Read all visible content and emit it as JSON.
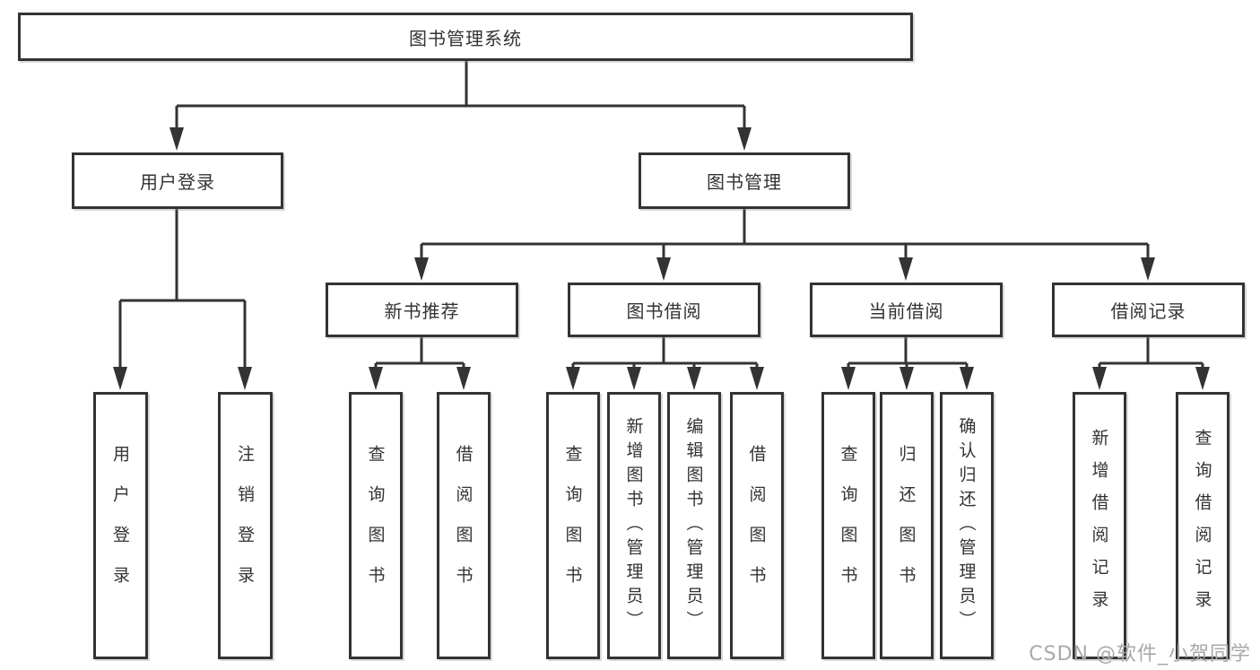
{
  "diagram": {
    "title": "图书管理系统",
    "level2": {
      "user_login": "用户登录",
      "book_mgmt": "图书管理"
    },
    "level3": {
      "new_book_rec": "新书推荐",
      "book_borrow": "图书借阅",
      "current_borrow": "当前借阅",
      "borrow_record": "借阅记录"
    },
    "leaves": {
      "user_login": "用户登录",
      "logout": "注销登录",
      "rec_query": "查询图书",
      "rec_borrow": "借阅图书",
      "bb_query": "查询图书",
      "bb_add": "新增图书（管理员）",
      "bb_edit": "编辑图书（管理员）",
      "bb_borrow": "借阅图书",
      "cb_query": "查询图书",
      "cb_return": "归还图书",
      "cb_confirm": "确认归还（管理员）",
      "br_add": "新增借阅记录",
      "br_query": "查询借阅记录"
    },
    "ink_color": "#333333",
    "watermark": "CSDN @软件_小贺同学",
    "watermark_color": "#a9a9a9"
  }
}
